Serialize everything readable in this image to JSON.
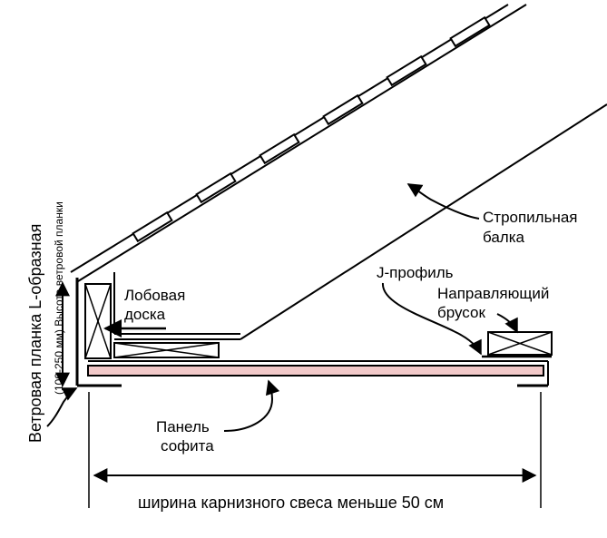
{
  "labels": {
    "rafter": [
      "Стропильная",
      "балка"
    ],
    "fascia": [
      "Лобовая",
      "доска"
    ],
    "j_profile": "J-профиль",
    "guide_bar": [
      "Направляющий",
      "брусок"
    ],
    "soffit_panel": [
      "Панель",
      "софита"
    ],
    "overhang_width": "ширина карнизного свеса меньше 50 см",
    "wind_strip": "Ветровая планка L-образная",
    "wind_strip_height": "(100-250 мм) Высота ветровой планки"
  },
  "colors": {
    "ink": "#000000",
    "soffit_fill": "#f2c9c9",
    "background": "#ffffff"
  }
}
